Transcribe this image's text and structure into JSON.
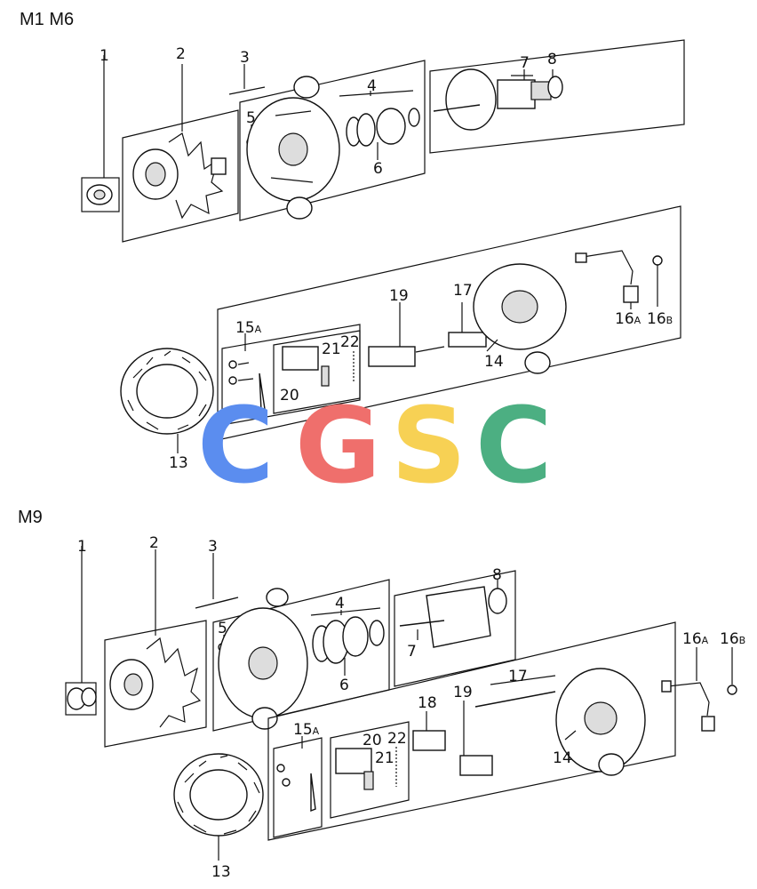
{
  "sections": [
    {
      "title": "M1 M6"
    },
    {
      "title": "M9"
    }
  ],
  "top_labels": {
    "l1": "1",
    "l2": "2",
    "l3": "3",
    "l4": "4",
    "l5": "5",
    "l6": "6",
    "l7": "7",
    "l8": "8",
    "l13": "13",
    "l14": "14",
    "l15": "15",
    "l15_sub": "A",
    "l16a": "16",
    "l16a_sub": "A",
    "l16b": "16",
    "l16b_sub": "B",
    "l17": "17",
    "l19": "19",
    "l20": "20",
    "l21": "21",
    "l22": "22"
  },
  "bottom_labels": {
    "l1": "1",
    "l2": "2",
    "l3": "3",
    "l4": "4",
    "l5": "5",
    "l6": "6",
    "l7": "7",
    "l8": "8",
    "l13": "13",
    "l14": "14",
    "l15": "15",
    "l15_sub": "A",
    "l16a": "16",
    "l16a_sub": "A",
    "l16b": "16",
    "l16b_sub": "B",
    "l17": "17",
    "l18": "18",
    "l19": "19",
    "l20": "20",
    "l21": "21",
    "l22": "22"
  },
  "watermark": {
    "letters": [
      "C",
      "G",
      "S",
      "C"
    ],
    "colors": [
      "#5b8def",
      "#ef6f6c",
      "#f7d154",
      "#4caf82"
    ]
  }
}
